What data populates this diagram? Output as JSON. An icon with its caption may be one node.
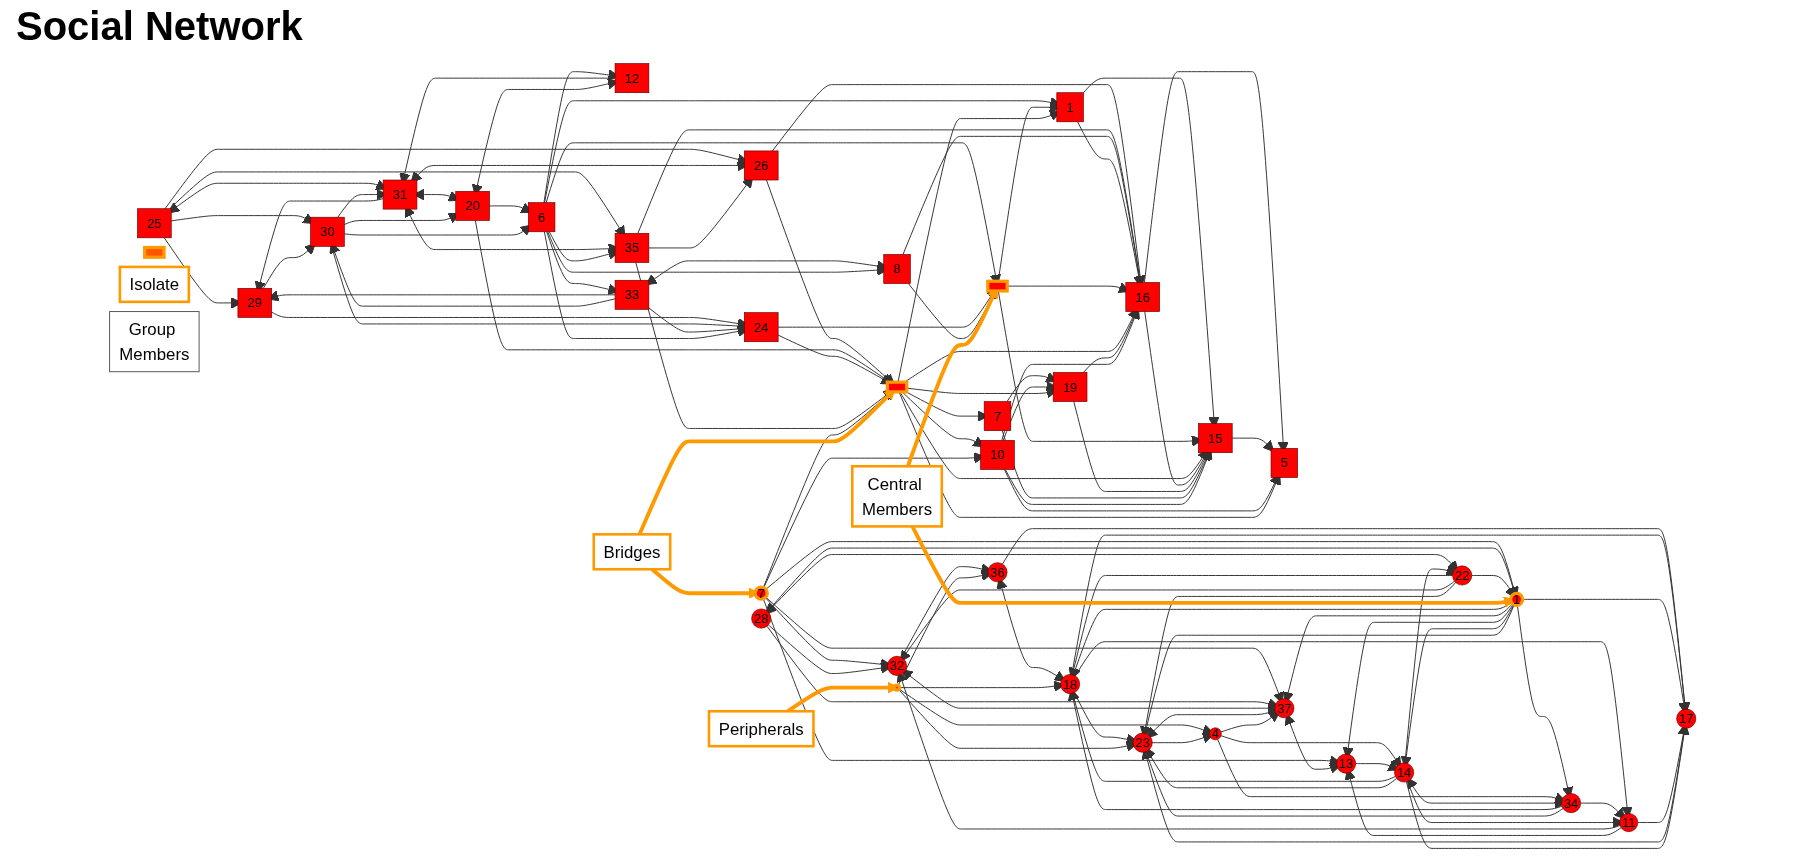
{
  "diagram": {
    "title": "Social Network",
    "nodes": [
      {
        "text": [
          "25"
        ]
      },
      {
        "text": [
          "29"
        ]
      },
      {
        "text": [
          "12"
        ]
      },
      {
        "text": [
          "31"
        ]
      },
      {
        "text": [
          "26"
        ]
      },
      {
        "text": [
          "35"
        ]
      },
      {
        "text": [
          "30"
        ]
      },
      {
        "text": [
          "20"
        ]
      },
      {
        "text": [
          "24"
        ]
      },
      {
        "text": [
          "33"
        ]
      },
      {
        "text": [],
        "shape": "box"
      },
      {
        "text": [
          "6"
        ]
      },
      {
        "text": [],
        "shape": "box"
      },
      {
        "text": [
          "8"
        ]
      },
      {
        "text": [
          "1"
        ]
      },
      {
        "text": [
          "16"
        ]
      },
      {
        "text": [
          "10"
        ]
      },
      {
        "text": [
          "15"
        ]
      },
      {
        "text": [
          "5"
        ]
      },
      {
        "text": [
          "19"
        ]
      },
      {
        "text": [
          "7"
        ]
      },
      {
        "text": [],
        "shape": "box"
      },
      {
        "text": [
          "28"
        ]
      },
      {
        "text": [
          "36"
        ]
      },
      {
        "text": [
          "22"
        ]
      },
      {
        "text": [
          "18"
        ]
      },
      {
        "text": [
          "32"
        ]
      },
      {
        "text": [
          "17"
        ]
      },
      {
        "text": [],
        "shape": "circle"
      },
      {
        "text": [
          "1"
        ]
      },
      {
        "text": [
          "11"
        ]
      },
      {
        "text": [
          "23"
        ]
      },
      {
        "text": [
          "37"
        ]
      },
      {
        "text": [
          "34"
        ]
      },
      {
        "text": [
          "13"
        ]
      },
      {
        "text": [
          "4"
        ]
      },
      {
        "text": [
          "14"
        ]
      },
      {
        "text": [
          "7"
        ]
      },
      {
        "text": [
          "Bridges"
        ]
      },
      {
        "text": [
          "Peripherals"
        ]
      },
      {
        "text": [
          "Central Members"
        ]
      },
      {
        "text": [
          "Isolate"
        ]
      },
      {
        "text": [
          "Group Members"
        ]
      }
    ],
    "edges": [
      {
        "from": 0,
        "to": 1,
        "arrow": "to"
      },
      {
        "from": 0,
        "to": 3,
        "arrow": "both"
      },
      {
        "from": 0,
        "to": 5,
        "arrow": "to"
      },
      {
        "from": 0,
        "to": 4,
        "arrow": "to"
      },
      {
        "from": 0,
        "to": 6,
        "arrow": "to"
      },
      {
        "from": 3,
        "to": 1,
        "arrow": "to"
      },
      {
        "from": 1,
        "to": 6,
        "arrow": "to"
      },
      {
        "from": 1,
        "to": 8,
        "arrow": "to"
      },
      {
        "from": 9,
        "to": 1,
        "arrow": "to"
      },
      {
        "from": 2,
        "to": 3,
        "arrow": "to"
      },
      {
        "from": 3,
        "to": 4,
        "arrow": "both"
      },
      {
        "from": 2,
        "to": 7,
        "arrow": "both"
      },
      {
        "from": 11,
        "to": 2,
        "arrow": "to"
      },
      {
        "from": 6,
        "to": 3,
        "arrow": "to"
      },
      {
        "from": 3,
        "to": 7,
        "arrow": "both"
      },
      {
        "from": 3,
        "to": 5,
        "arrow": "both"
      },
      {
        "from": 5,
        "to": 4,
        "arrow": "to"
      },
      {
        "from": 4,
        "to": 10,
        "arrow": "to"
      },
      {
        "from": 4,
        "to": 15,
        "arrow": "to"
      },
      {
        "from": 6,
        "to": 7,
        "arrow": "to"
      },
      {
        "from": 6,
        "to": 8,
        "arrow": "to"
      },
      {
        "from": 9,
        "to": 6,
        "arrow": "to"
      },
      {
        "from": 9,
        "to": 8,
        "arrow": "to"
      },
      {
        "from": 7,
        "to": 10,
        "arrow": "to"
      },
      {
        "from": 8,
        "to": 10,
        "arrow": "to"
      },
      {
        "from": 5,
        "to": 10,
        "arrow": "to"
      },
      {
        "from": 5,
        "to": 15,
        "arrow": "to"
      },
      {
        "from": 11,
        "to": 5,
        "arrow": "to"
      },
      {
        "from": 11,
        "to": 8,
        "arrow": "to"
      },
      {
        "from": 7,
        "to": 11,
        "arrow": "to"
      },
      {
        "from": 6,
        "to": 11,
        "arrow": "to"
      },
      {
        "from": 9,
        "to": 13,
        "arrow": "both"
      },
      {
        "from": 11,
        "to": 9,
        "arrow": "to"
      },
      {
        "from": 11,
        "to": 13,
        "arrow": "to"
      },
      {
        "from": 11,
        "to": 12,
        "arrow": "to"
      },
      {
        "from": 11,
        "to": 14,
        "arrow": "to"
      },
      {
        "from": 8,
        "to": 12,
        "arrow": "to"
      },
      {
        "from": 13,
        "to": 15,
        "arrow": "to"
      },
      {
        "from": 13,
        "to": 12,
        "arrow": "to"
      },
      {
        "from": 14,
        "to": 17,
        "arrow": "to"
      },
      {
        "from": 14,
        "to": 15,
        "arrow": "to"
      },
      {
        "from": 12,
        "to": 14,
        "arrow": "to"
      },
      {
        "from": 10,
        "to": 14,
        "arrow": "to"
      },
      {
        "from": 12,
        "to": 17,
        "arrow": "to"
      },
      {
        "from": 12,
        "to": 15,
        "arrow": "to"
      },
      {
        "from": 10,
        "to": 15,
        "arrow": "to"
      },
      {
        "from": 10,
        "to": 17,
        "arrow": "to"
      },
      {
        "from": 15,
        "to": 17,
        "arrow": "to"
      },
      {
        "from": 15,
        "to": 18,
        "arrow": "to"
      },
      {
        "from": 17,
        "to": 18,
        "arrow": "to"
      },
      {
        "from": 19,
        "to": 15,
        "arrow": "to"
      },
      {
        "from": 19,
        "to": 17,
        "arrow": "to"
      },
      {
        "from": 20,
        "to": 17,
        "arrow": "to"
      },
      {
        "from": 20,
        "to": 19,
        "arrow": "to"
      },
      {
        "from": 16,
        "to": 15,
        "arrow": "to"
      },
      {
        "from": 16,
        "to": 17,
        "arrow": "to"
      },
      {
        "from": 16,
        "to": 19,
        "arrow": "to"
      },
      {
        "from": 16,
        "to": 18,
        "arrow": "to"
      },
      {
        "from": 10,
        "to": 16,
        "arrow": "to"
      },
      {
        "from": 10,
        "to": 18,
        "arrow": "to"
      },
      {
        "from": 10,
        "to": 19,
        "arrow": "to"
      },
      {
        "from": 10,
        "to": 20,
        "arrow": "to"
      },
      {
        "from": 37,
        "to": 16,
        "arrow": "to"
      },
      {
        "from": 37,
        "to": 10,
        "arrow": "to"
      },
      {
        "from": 37,
        "to": 26,
        "arrow": "to"
      },
      {
        "from": 37,
        "to": 32,
        "arrow": "to"
      },
      {
        "from": 37,
        "to": 34,
        "arrow": "to"
      },
      {
        "from": 37,
        "to": 29,
        "arrow": "to"
      },
      {
        "from": 22,
        "to": 26,
        "arrow": "to"
      },
      {
        "from": 22,
        "to": 32,
        "arrow": "to"
      },
      {
        "from": 22,
        "to": 29,
        "arrow": "to"
      },
      {
        "from": 22,
        "to": 24,
        "arrow": "both"
      },
      {
        "from": 24,
        "to": 25,
        "arrow": "to"
      },
      {
        "from": 24,
        "to": 26,
        "arrow": "to"
      },
      {
        "from": 26,
        "to": 23,
        "arrow": "to"
      },
      {
        "from": 23,
        "to": 25,
        "arrow": "both"
      },
      {
        "from": 23,
        "to": 27,
        "arrow": "to"
      },
      {
        "from": 28,
        "to": 23,
        "arrow": "to"
      },
      {
        "from": 24,
        "to": 29,
        "arrow": "to"
      },
      {
        "from": 24,
        "to": 31,
        "arrow": "to"
      },
      {
        "from": 36,
        "to": 24,
        "arrow": "to"
      },
      {
        "from": 25,
        "to": 27,
        "arrow": "to"
      },
      {
        "from": 25,
        "to": 31,
        "arrow": "to"
      },
      {
        "from": 25,
        "to": 30,
        "arrow": "to"
      },
      {
        "from": 36,
        "to": 25,
        "arrow": "to"
      },
      {
        "from": 33,
        "to": 25,
        "arrow": "to"
      },
      {
        "from": 29,
        "to": 25,
        "arrow": "to"
      },
      {
        "from": 28,
        "to": 25,
        "arrow": "to"
      },
      {
        "from": 29,
        "to": 27,
        "arrow": "to"
      },
      {
        "from": 30,
        "to": 27,
        "arrow": "to"
      },
      {
        "from": 28,
        "to": 31,
        "arrow": "to"
      },
      {
        "from": 28,
        "to": 35,
        "arrow": "to"
      },
      {
        "from": 31,
        "to": 27,
        "arrow": "both"
      },
      {
        "from": 26,
        "to": 32,
        "arrow": "both"
      },
      {
        "from": 30,
        "to": 26,
        "arrow": "to"
      },
      {
        "from": 29,
        "to": 32,
        "arrow": "to"
      },
      {
        "from": 29,
        "to": 34,
        "arrow": "to"
      },
      {
        "from": 29,
        "to": 36,
        "arrow": "to"
      },
      {
        "from": 29,
        "to": 33,
        "arrow": "to"
      },
      {
        "from": 29,
        "to": 31,
        "arrow": "to"
      },
      {
        "from": 30,
        "to": 34,
        "arrow": "to"
      },
      {
        "from": 33,
        "to": 30,
        "arrow": "to"
      },
      {
        "from": 36,
        "to": 30,
        "arrow": "to"
      },
      {
        "from": 32,
        "to": 34,
        "arrow": "both"
      },
      {
        "from": 31,
        "to": 32,
        "arrow": "both"
      },
      {
        "from": 35,
        "to": 32,
        "arrow": "to"
      },
      {
        "from": 35,
        "to": 33,
        "arrow": "to"
      },
      {
        "from": 35,
        "to": 36,
        "arrow": "to"
      },
      {
        "from": 31,
        "to": 35,
        "arrow": "to"
      },
      {
        "from": 34,
        "to": 36,
        "arrow": "to"
      },
      {
        "from": 36,
        "to": 33,
        "arrow": "both"
      },
      {
        "from": 36,
        "to": 31,
        "arrow": "to"
      },
      {
        "from": 36,
        "to": 27,
        "arrow": "to"
      },
      {
        "from": 33,
        "to": 31,
        "arrow": "to"
      },
      {
        "from": 38,
        "to": 10,
        "arrow": "to",
        "style": "thick",
        "color": "#ff9900"
      },
      {
        "from": 38,
        "to": 37,
        "arrow": "to",
        "style": "thick",
        "color": "#ff9900"
      },
      {
        "from": 39,
        "to": 28,
        "arrow": "to",
        "style": "thick",
        "color": "#ff9900"
      },
      {
        "from": 40,
        "to": 12,
        "arrow": "to",
        "style": "thick",
        "color": "#ff9900"
      },
      {
        "from": 40,
        "to": 29,
        "arrow": "to",
        "style": "thick",
        "color": "#ff9900"
      }
    ]
  }
}
